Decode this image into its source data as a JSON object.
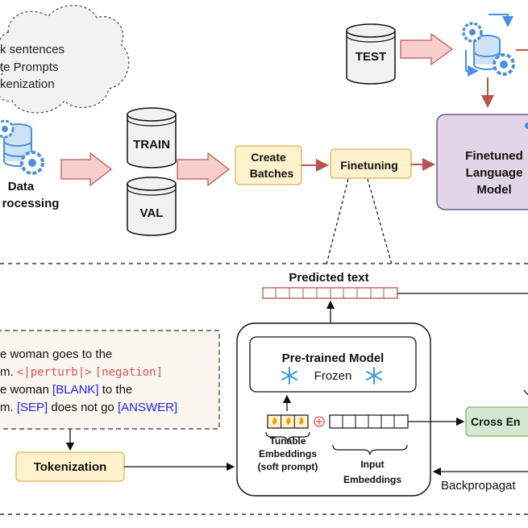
{
  "cloud": {
    "lines": [
      "k sentences",
      "te Prompts",
      "kenization"
    ]
  },
  "top": {
    "data_processing": [
      "Data",
      "rocessing"
    ],
    "train": "TRAIN",
    "val": "VAL",
    "create_batches": [
      "Create",
      "Batches"
    ],
    "finetuning": "Finetuning",
    "test": "TEST",
    "finetuned_model": [
      "Finetuned",
      "Language",
      "Model"
    ]
  },
  "bottom": {
    "predicted_text": "Predicted text",
    "example": {
      "line1": "e woman goes to the",
      "line2_prefix": "m. ",
      "perturb_token": "<|perturb|>",
      "negation_token": "[negation]",
      "line3_prefix": "e woman ",
      "blank_token": "[BLANK]",
      "line3_suffix": " to the",
      "line4_prefix": "m.  ",
      "sep_token": "[SEP]",
      "line4_mid": " does not go ",
      "answer_token": "[ANSWER]"
    },
    "tokenization": "Tokenization",
    "pretrained_title": "Pre-trained Model",
    "frozen": "Frozen",
    "tunable": [
      "Tunable",
      "Embeddings",
      "(soft prompt)"
    ],
    "input_emb": [
      "Input",
      "Embeddings"
    ],
    "cross_entropy": "Cross En",
    "backprop": "Backpropagat"
  },
  "colors": {
    "db_fill": "#f2f2f2",
    "yellow_fill": "#fff2cc",
    "yellow_stroke": "#d6b656",
    "purple_fill": "#e1d5e7",
    "purple_stroke": "#6c5a86",
    "green_fill": "#d5e8d4",
    "green_stroke": "#82b366",
    "pink_fill": "#f8cecc",
    "pink_stroke": "#b85450",
    "red_line": "#b85450",
    "blue": "#4a90e2",
    "snow": "#3a9bdc",
    "token_red": "#e05050",
    "token_blue": "#2020ff",
    "note_fill": "#f9f7ef"
  }
}
